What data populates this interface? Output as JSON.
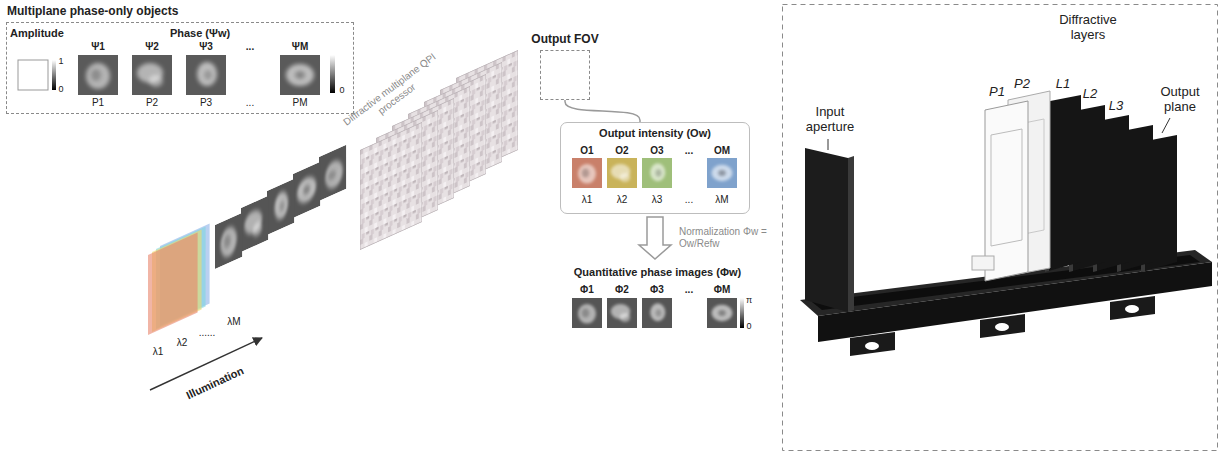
{
  "diagram": {
    "nodes": [
      {
        "text": [
          "Multiplane phase-only objects"
        ]
      },
      {
        "text": [
          "Output FOV"
        ]
      },
      {
        "text": [
          "Output intensity (Ow)"
        ]
      },
      {
        "text": [
          "Quantitative phase images (Φw)"
        ]
      }
    ],
    "edges": [
      {
        "from": 1,
        "to": 2,
        "arrow": "none"
      },
      {
        "from": 2,
        "to": 3,
        "arrow": "to",
        "label": "Normalization Φw = Ow/Refw"
      }
    ],
    "labels": [
      "Amplitude",
      "1",
      "0",
      "Phase (Ψw)",
      "Ψ1",
      "Ψ2",
      "Ψ3",
      "...",
      "ΨM",
      "0",
      "P1",
      "P2",
      "P3",
      "...",
      "PM",
      "Diffractive multiplane QPI processor",
      "O1",
      "O2",
      "O3",
      "...",
      "OM",
      "λ1",
      "λ2",
      "λ3",
      "...",
      "λM",
      "Φ1",
      "Φ2",
      "Φ3",
      "...",
      "ΦM",
      "π",
      "0",
      "λ1",
      "λ2",
      "......",
      "λM",
      "Illumination",
      "Input aperture",
      "Diffractive layers",
      "P1",
      "P2",
      "L1",
      "L2",
      "L3",
      "Output plane"
    ]
  }
}
